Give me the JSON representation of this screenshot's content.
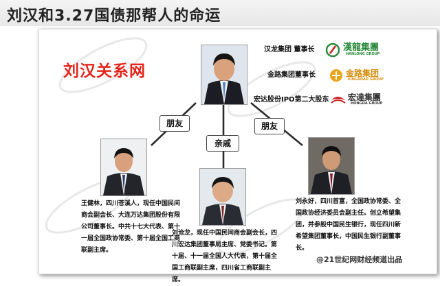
{
  "title": "刘汉和3.27国债那帮人的命运",
  "network_title": "刘汉关系网",
  "relations": {
    "left": "朋友",
    "middle": "亲戚",
    "right": "朋友"
  },
  "roles": [
    "汉龙集团  董事长",
    "金路集团董事长",
    "宏达股份IPO第二大股东"
  ],
  "logos": {
    "hanlong": {
      "name": "漢龍集團",
      "sub": "HANLONG GROUP"
    },
    "kinglu": {
      "name": "金路集团",
      "sub": "KINGROAD GROUP"
    },
    "hongda": {
      "name": "宏達集團",
      "sub": "HONGDA GROUP"
    }
  },
  "descriptions": {
    "wang_jianlin": "王健林，四川苍溪人，现任中国民间商会副会长、大连万达集团股份有限公司董事长。中共十七大代表、第十一届全国政协常委、第十届全国工商联副主席。",
    "liu_canglong": "刘沧龙，现任中国民间商会副会长，四川宏达集团董事局主席、党委书记。第十届、十一届全国人大代表，第十届全国工商联副主席，四川省工商联副主席。",
    "liu_yonghao": "刘永好，四川首富，全国政协常委、全国政协经济委员会副主任。创立希望集团，并参股中国民生银行，现任四川新希望集团董事长，中国民生银行副董事长。"
  },
  "credit": "@21世纪网财经频道出品",
  "colors": {
    "network_title": "#e5251b",
    "hanlong": "#2a8a3a",
    "kinglu": "#e8a317",
    "hongda": "#c81e1e",
    "relation_line": "#2b2b2b"
  }
}
